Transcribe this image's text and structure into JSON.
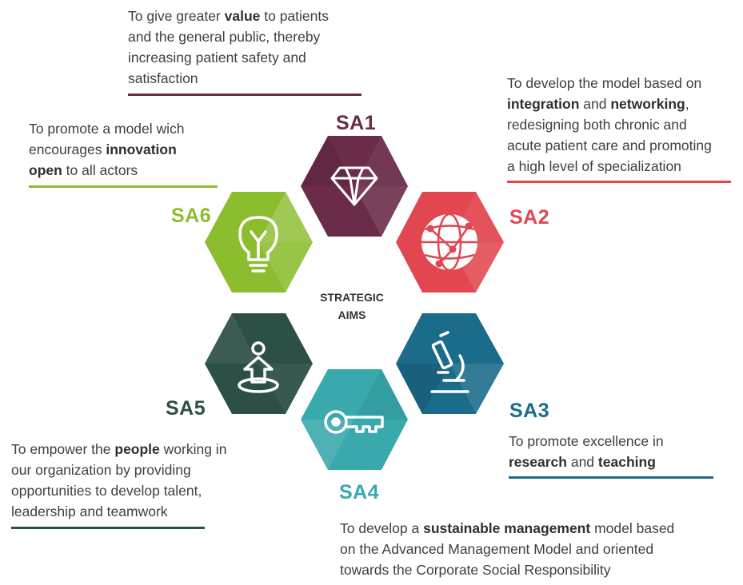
{
  "colors": {
    "sa1": "#6b2c49",
    "sa2": "#e24650",
    "sa3": "#1b6b8a",
    "sa4": "#39a9ae",
    "sa5": "#2c4f47",
    "sa6": "#8bbd2e"
  },
  "center": {
    "line1": "STRATEGIC",
    "line2": "AIMS"
  },
  "aims": [
    {
      "code": "SA1",
      "icon": "diamond-icon",
      "text": [
        [
          {
            "t": "To give greater "
          },
          {
            "t": "value",
            "b": true
          },
          {
            "t": " to patients"
          }
        ],
        [
          {
            "t": "and the general public, thereby"
          }
        ],
        [
          {
            "t": "increasing patient safety and"
          }
        ],
        [
          {
            "t": "satisfaction"
          }
        ]
      ]
    },
    {
      "code": "SA2",
      "icon": "globe-network-icon",
      "text": [
        [
          {
            "t": "To develop the model based on"
          }
        ],
        [
          {
            "t": "integration",
            "b": true
          },
          {
            "t": " and "
          },
          {
            "t": "networking",
            "b": true
          },
          {
            "t": ","
          }
        ],
        [
          {
            "t": "redesigning both chronic and"
          }
        ],
        [
          {
            "t": "acute patient care and promoting"
          }
        ],
        [
          {
            "t": "a high level of specialization"
          }
        ]
      ]
    },
    {
      "code": "SA3",
      "icon": "microscope-icon",
      "text": [
        [
          {
            "t": "To promote excellence in"
          }
        ],
        [
          {
            "t": "research",
            "b": true
          },
          {
            "t": " and "
          },
          {
            "t": "teaching",
            "b": true
          }
        ]
      ]
    },
    {
      "code": "SA4",
      "icon": "key-icon",
      "text": [
        [
          {
            "t": "To develop a "
          },
          {
            "t": "sustainable management",
            "b": true
          },
          {
            "t": " model based"
          }
        ],
        [
          {
            "t": "on the Advanced Management Model and oriented"
          }
        ],
        [
          {
            "t": "towards the Corporate Social Responsibility"
          }
        ]
      ]
    },
    {
      "code": "SA5",
      "icon": "person-growth-icon",
      "text": [
        [
          {
            "t": "To empower the "
          },
          {
            "t": "people",
            "b": true
          },
          {
            "t": " working in"
          }
        ],
        [
          {
            "t": "our organization by providing"
          }
        ],
        [
          {
            "t": "opportunities to develop talent,"
          }
        ],
        [
          {
            "t": "leadership and teamwork"
          }
        ]
      ]
    },
    {
      "code": "SA6",
      "icon": "lightbulb-icon",
      "text": [
        [
          {
            "t": "To promote a model wich"
          }
        ],
        [
          {
            "t": "encourages "
          },
          {
            "t": "innovation",
            "b": true
          }
        ],
        [
          {
            "t": "open",
            "b": true
          },
          {
            "t": " to all actors"
          }
        ]
      ]
    }
  ]
}
